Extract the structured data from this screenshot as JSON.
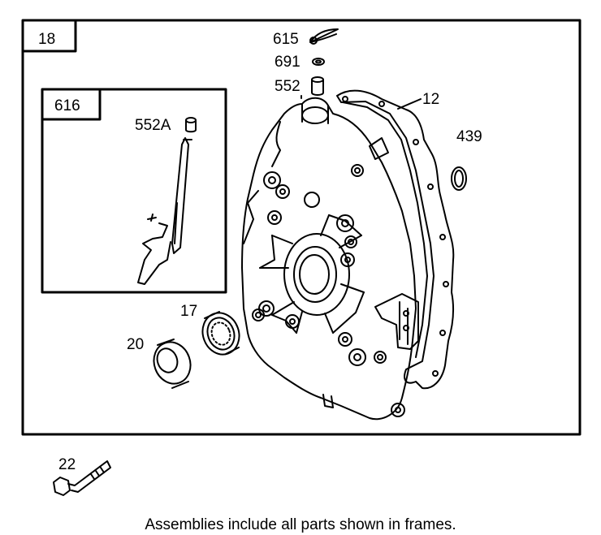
{
  "frames": [
    {
      "id": "frame-18",
      "label": "18"
    },
    {
      "id": "frame-616",
      "label": "616"
    }
  ],
  "callouts": {
    "c615": "615",
    "c691": "691",
    "c552": "552",
    "c12": "12",
    "c439": "439",
    "c552A": "552A",
    "c17": "17",
    "c20": "20",
    "c22": "22"
  },
  "caption": "Assemblies include all parts shown in frames."
}
